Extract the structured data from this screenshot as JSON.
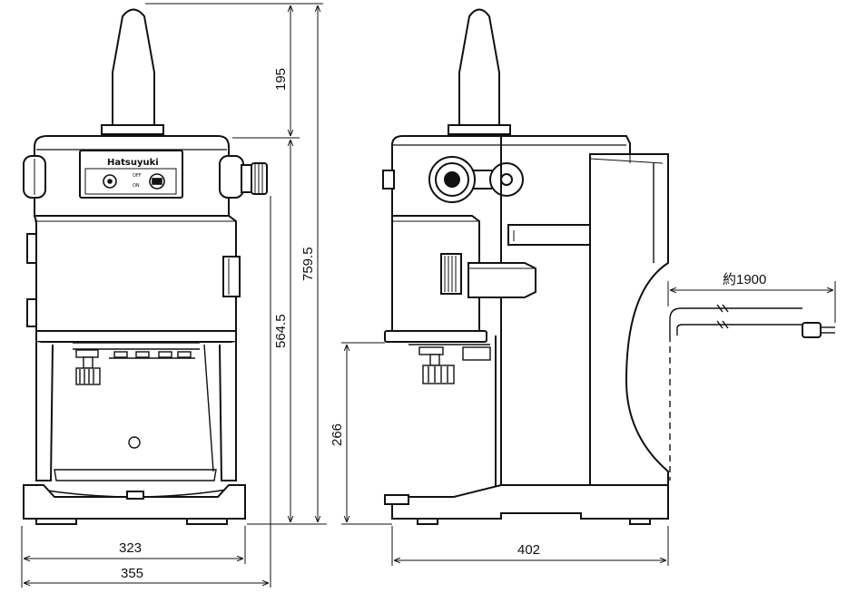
{
  "drawing": {
    "brand": "Hatsuyuki",
    "switch_marks": [
      "OFF",
      "ON"
    ]
  },
  "dimensions": {
    "top_spout_height": "195",
    "total_height": "759.5",
    "body_height": "564.5",
    "base_width": "323",
    "overall_width": "355",
    "stand_height": "266",
    "depth": "402",
    "cord_length": "約1900"
  }
}
